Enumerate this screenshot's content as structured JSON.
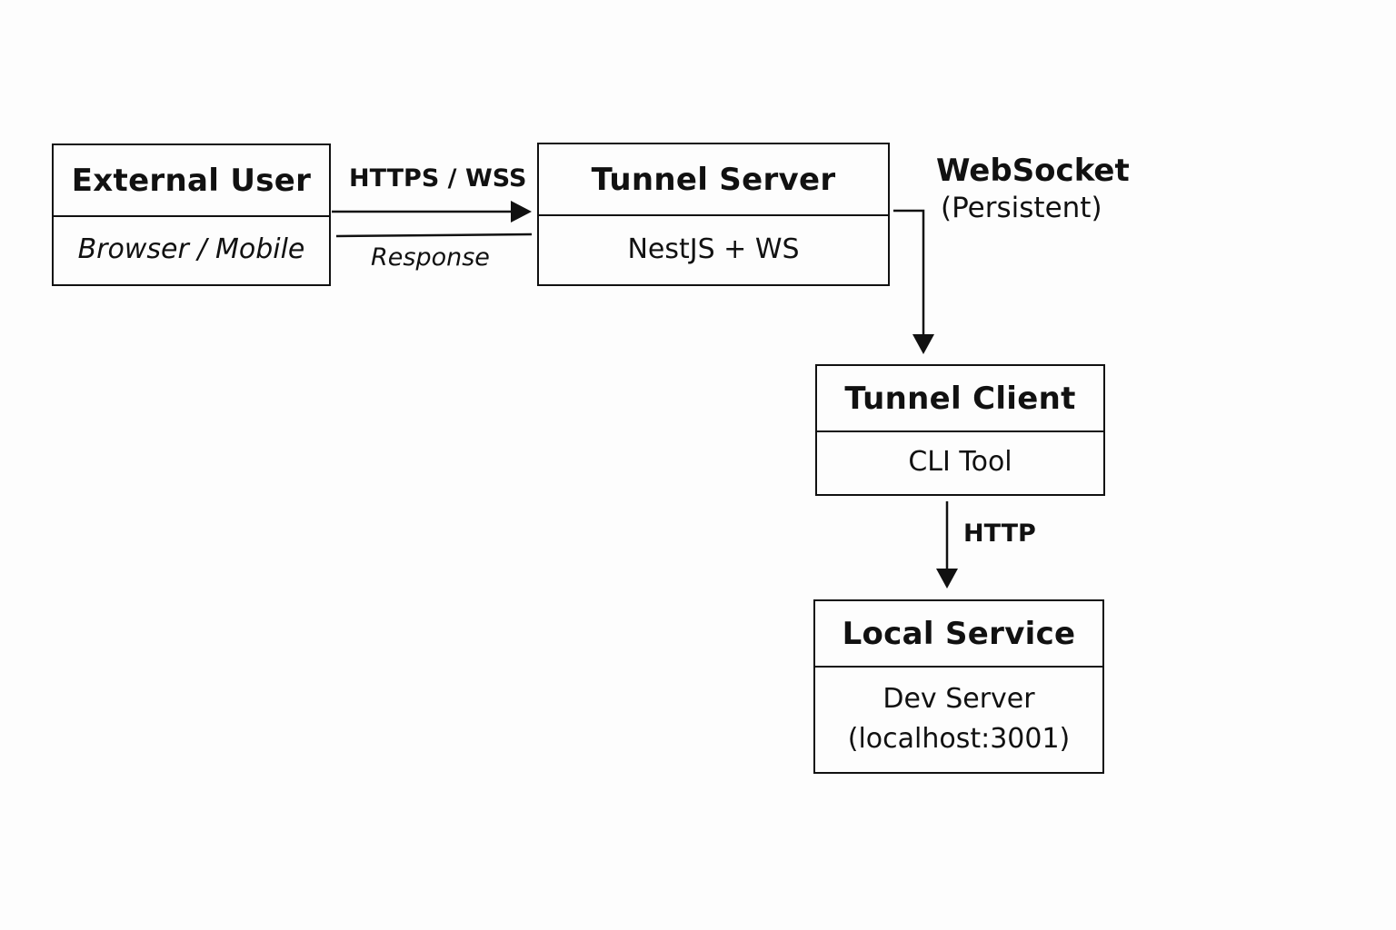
{
  "nodes": {
    "external_user": {
      "title": "External User",
      "subtitle": "Browser / Mobile"
    },
    "tunnel_server": {
      "title": "Tunnel Server",
      "subtitle": "NestJS + WS"
    },
    "tunnel_client": {
      "title": "Tunnel Client",
      "subtitle": "CLI Tool"
    },
    "local_service": {
      "title": "Local Service",
      "subtitle_line1": "Dev Server",
      "subtitle_line2": "(localhost:3001)"
    }
  },
  "edges": {
    "request": {
      "label": "HTTPS / WSS"
    },
    "response": {
      "label": "Response"
    },
    "websocket": {
      "label_line1": "WebSocket",
      "label_line2": "(Persistent)"
    },
    "http": {
      "label": "HTTP"
    }
  }
}
